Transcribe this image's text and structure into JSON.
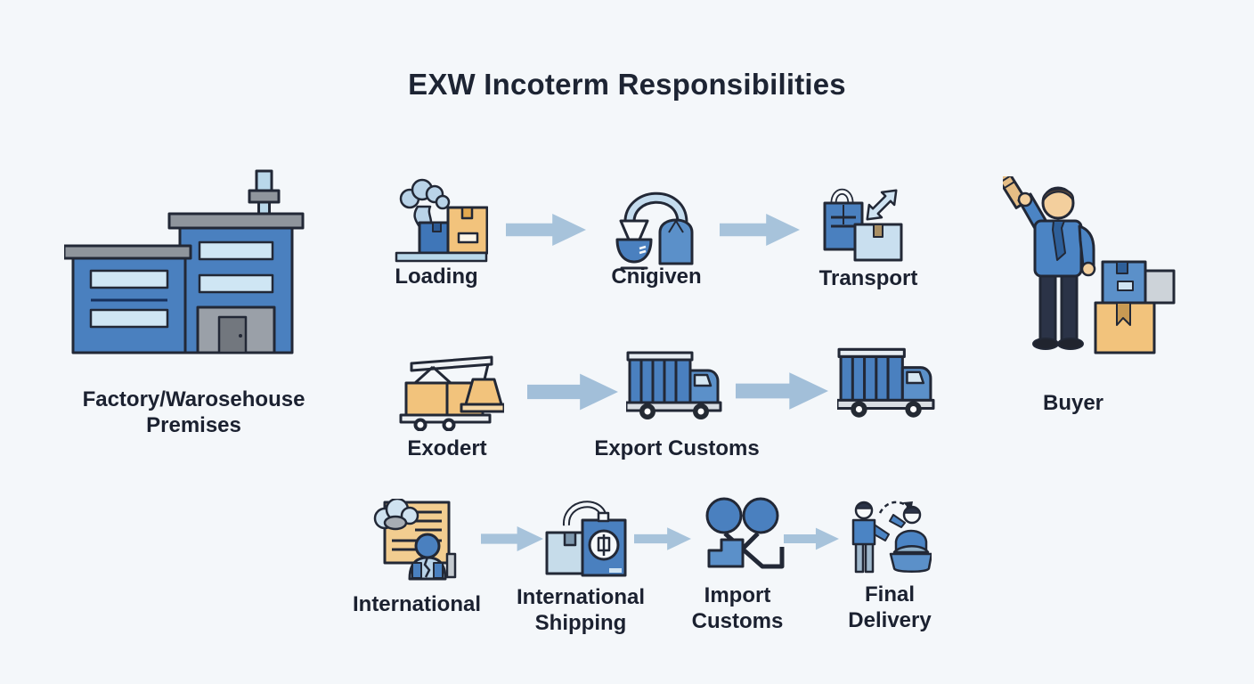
{
  "title": "EXW Incoterm Responsibilities",
  "factory": {
    "icon": "factory-building-icon",
    "label": "Factory/Warosehouse\nPremises"
  },
  "buyer": {
    "icon": "buyer-person-icon",
    "label": "Buyer"
  },
  "rows": {
    "row1": {
      "steps": [
        {
          "icon": "loading-dock-icon",
          "label": "Loading"
        },
        {
          "icon": "crane-hook-icon",
          "label": "Cnigiven"
        },
        {
          "icon": "transport-bags-icon",
          "label": "Transport"
        }
      ]
    },
    "row2": {
      "steps": [
        {
          "icon": "weighing-cart-icon",
          "label": "Exodert"
        },
        {
          "icon": "cargo-truck-icon",
          "label": "Export Customs"
        },
        {
          "icon": "cargo-truck-icon",
          "label": ""
        }
      ]
    },
    "row3": {
      "steps": [
        {
          "icon": "documents-person-icon",
          "label": "International"
        },
        {
          "icon": "shipping-parcel-icon",
          "label": "International\nShipping"
        },
        {
          "icon": "customs-inspection-icon",
          "label": "Import\nCustoms"
        },
        {
          "icon": "handover-icon",
          "label": "Final\nDelivery"
        }
      ]
    }
  },
  "colors": {
    "background": "#f4f7fa",
    "title_text": "#1d2433",
    "label_text": "#1b2130",
    "arrow": "#a7c3db",
    "icon_blue": "#4a80bf",
    "icon_mid_blue": "#5b90c9",
    "icon_light_blue": "#b9d8ea",
    "icon_pale_blue": "#cfe6f4",
    "icon_orange": "#f2c37c",
    "icon_gray": "#8f959c",
    "outline": "#222836"
  }
}
